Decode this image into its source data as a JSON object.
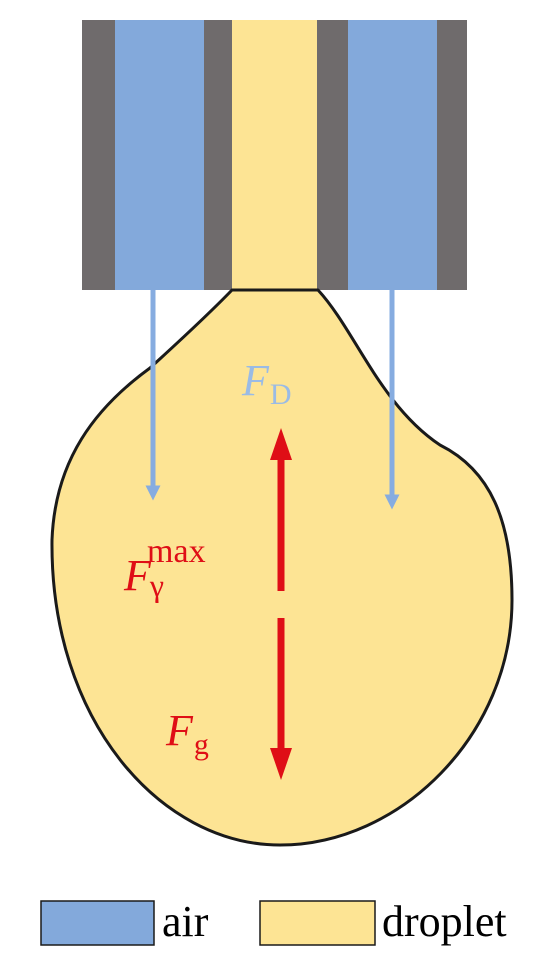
{
  "colors": {
    "wall": "#6f6b6c",
    "air": "#83a9db",
    "droplet": "#fde494",
    "outline": "#1a1a1a",
    "drag_arrow": "#86ace0",
    "force_arrow": "#df0e16",
    "drag_label": "#9abbe5",
    "force_label": "#df0e16"
  },
  "labels": {
    "drag_force": {
      "main": "F",
      "sub": "D"
    },
    "surface_tension": {
      "main": "F",
      "sub": "γ",
      "sup": "max"
    },
    "gravity": {
      "main": "F",
      "sub": "g"
    }
  },
  "legend": {
    "air_label": "air",
    "droplet_label": "droplet"
  }
}
